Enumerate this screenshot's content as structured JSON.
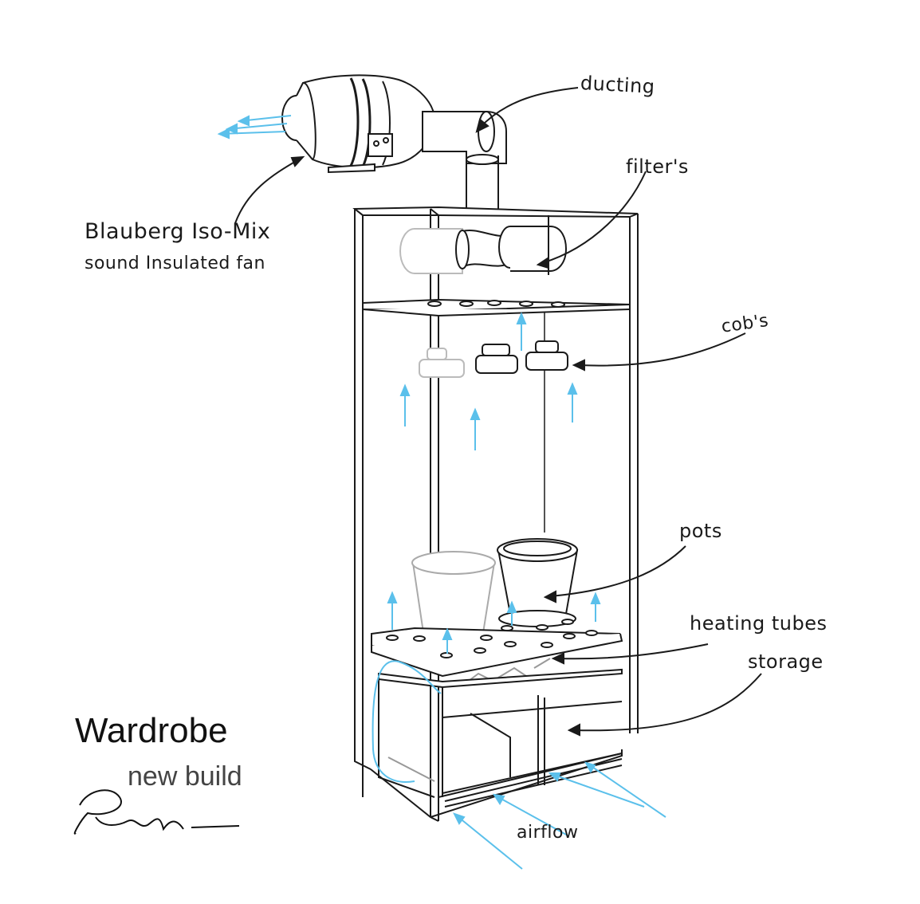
{
  "labels": {
    "ducting": "ducting",
    "filters": "filter's",
    "fan_line1": "Blauberg Iso-Mix",
    "fan_line2": "sound Insulated fan",
    "cobs": "cob's",
    "pots": "pots",
    "heating_tubes": "heating tubes",
    "storage": "storage",
    "airflow": "airflow"
  },
  "title": {
    "main": "Wardrobe",
    "sub": "new build"
  },
  "colors": {
    "line": "#1a1a1a",
    "faint": "#b8b8b8",
    "airflow": "#5bc0eb",
    "background": "#ffffff"
  }
}
